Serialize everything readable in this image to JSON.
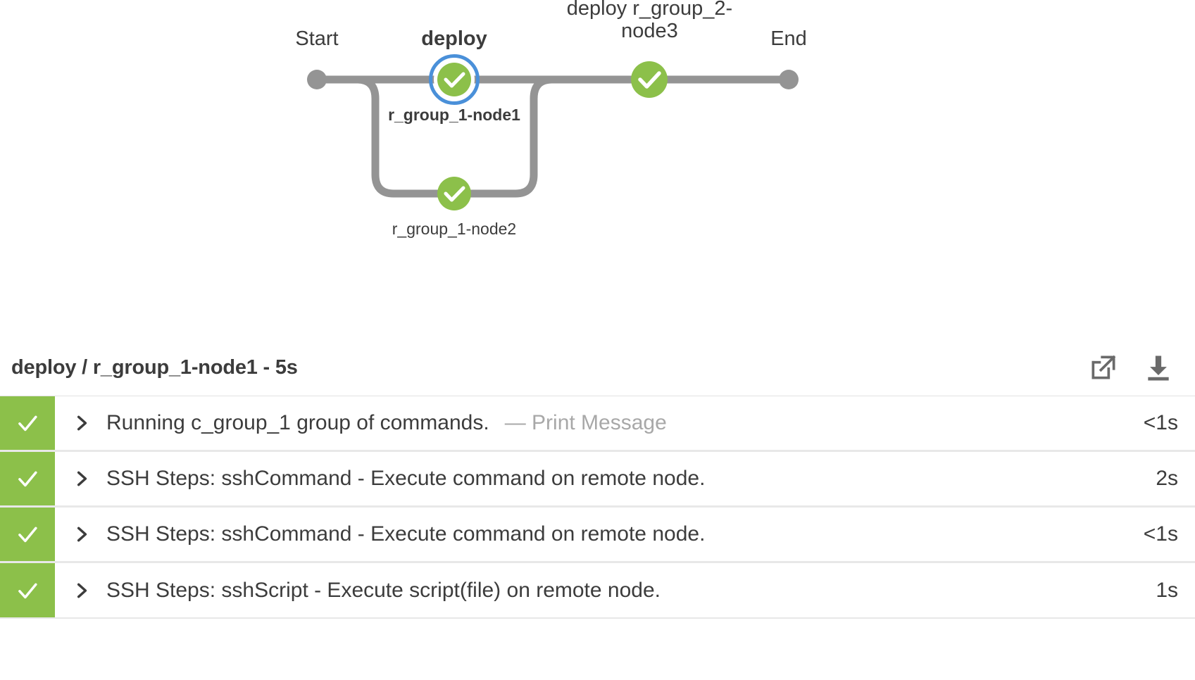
{
  "graph": {
    "stages": [
      {
        "label": "Start",
        "bold": false
      },
      {
        "label": "deploy",
        "bold": true
      },
      {
        "label": "deploy r_group_2-\nnode3",
        "bold": false
      },
      {
        "label": "End",
        "bold": false
      }
    ],
    "nodes": [
      {
        "label": "r_group_1-node1",
        "status": "success",
        "selected": true
      },
      {
        "label": "r_group_1-node2",
        "status": "success",
        "selected": false
      },
      {
        "label": "",
        "status": "success",
        "selected": false
      }
    ],
    "colors": {
      "success": "#8cc04a",
      "selection_ring": "#4a90d9",
      "connector": "#949494",
      "terminal": "#949494"
    }
  },
  "log": {
    "title": "deploy / r_group_1-node1 - 5s",
    "actions": [
      {
        "name": "open-in-new-window-icon",
        "label": "Open in new window"
      },
      {
        "name": "download-icon",
        "label": "Download"
      }
    ],
    "rows": [
      {
        "status": "success",
        "text": "Running c_group_1 group of commands.",
        "annotation": "— Print Message",
        "duration": "<1s"
      },
      {
        "status": "success",
        "text": "SSH Steps: sshCommand - Execute command on remote node.",
        "annotation": "",
        "duration": "2s"
      },
      {
        "status": "success",
        "text": "SSH Steps: sshCommand - Execute command on remote node.",
        "annotation": "",
        "duration": "<1s"
      },
      {
        "status": "success",
        "text": "SSH Steps: sshScript - Execute script(file) on remote node.",
        "annotation": "",
        "duration": "1s"
      }
    ]
  }
}
